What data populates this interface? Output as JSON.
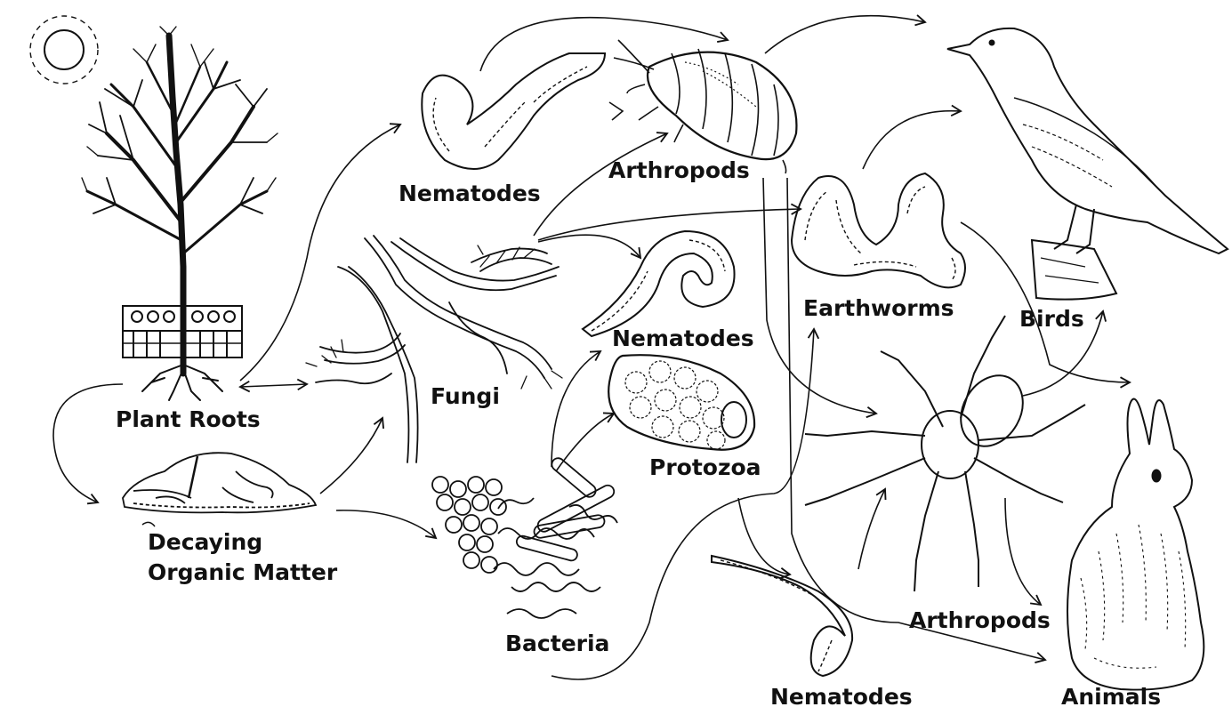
{
  "diagram": {
    "colors": {
      "ink": "#111111",
      "background": "#ffffff"
    },
    "labels": {
      "plant_roots": "Plant Roots",
      "decaying_line1": "Decaying",
      "decaying_line2": "Organic Matter",
      "fungi": "Fungi",
      "bacteria": "Bacteria",
      "nematodes_top": "Nematodes",
      "nematodes_mid": "Nematodes",
      "nematodes_bottom": "Nematodes",
      "protozoa": "Protozoa",
      "arthropods_top": "Arthropods",
      "arthropods_bottom": "Arthropods",
      "earthworms": "Earthworms",
      "birds": "Birds",
      "animals": "Animals"
    },
    "icons": [
      "sun-icon",
      "tree-icon",
      "fence-icon",
      "organic-matter-icon",
      "fungi-icon",
      "bacteria-icon",
      "nematode-icon",
      "protozoa-icon",
      "arthropod-icon",
      "earthworm-icon",
      "spider-icon",
      "bird-icon",
      "rabbit-icon"
    ]
  }
}
